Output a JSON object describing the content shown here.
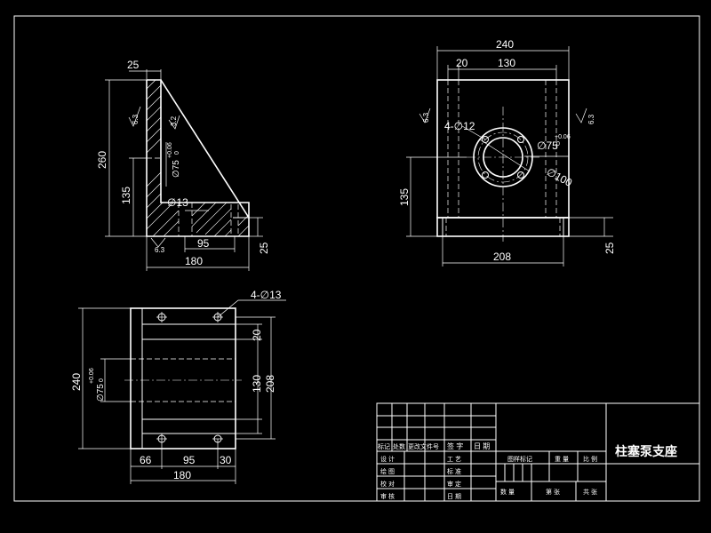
{
  "colors": {
    "background": "#000000",
    "lines": "#ffffff"
  },
  "part_name": "柱塞泵支座",
  "side_view": {
    "dim_top_thickness": "25",
    "dim_height": "260",
    "dim_lower_height": "135",
    "dim_bore": "∅75",
    "dim_bore_tol_upper": "+0.06",
    "dim_bore_tol_lower": "0",
    "dim_hole": "∅13",
    "dim_hole_spacing": "95",
    "dim_base_thickness": "25",
    "dim_total_width": "180",
    "rough_left": "6.3",
    "rough_inner": "3.2",
    "rough_bottom": "6.3"
  },
  "front_view": {
    "dim_width": "240",
    "dim_offset": "20",
    "dim_inner": "130",
    "dim_bolt_holes": "4-∅12",
    "dim_bore": "∅75",
    "dim_bore_tol_upper": "+0.06",
    "dim_bore_tol_lower": "0",
    "dim_pitch": "∅100",
    "dim_center_height": "135",
    "dim_base_width": "208",
    "dim_base_thickness": "25",
    "rough_left": "6.3",
    "rough_right": "6.3"
  },
  "top_view": {
    "dim_holes": "4-∅13",
    "dim_width": "240",
    "dim_bore": "∅75",
    "dim_bore_tol_upper": "+0.06",
    "dim_bore_tol_lower": "0",
    "dim_20": "20",
    "dim_130": "130",
    "dim_208": "208",
    "dim_66": "66",
    "dim_95": "95",
    "dim_30": "30",
    "dim_180": "180"
  },
  "title_block": {
    "rev_header_1": "标记",
    "rev_header_2": "处数",
    "rev_header_3": "更改文件号",
    "rev_header_4": "签 字",
    "rev_header_5": "日 期",
    "row_design": "设 计",
    "row_draw": "绘 图",
    "row_check": "校 对",
    "row_review": "审 核",
    "col_process": "工 艺",
    "col_standard": "标 准",
    "col_approve": "审 定",
    "col_date": "日 期",
    "stage_mark": "图样标记",
    "weight": "重 量",
    "scale": "比 例",
    "quantity": "数 量",
    "sheet_total": "第 张",
    "sheet_count": "共 张"
  }
}
